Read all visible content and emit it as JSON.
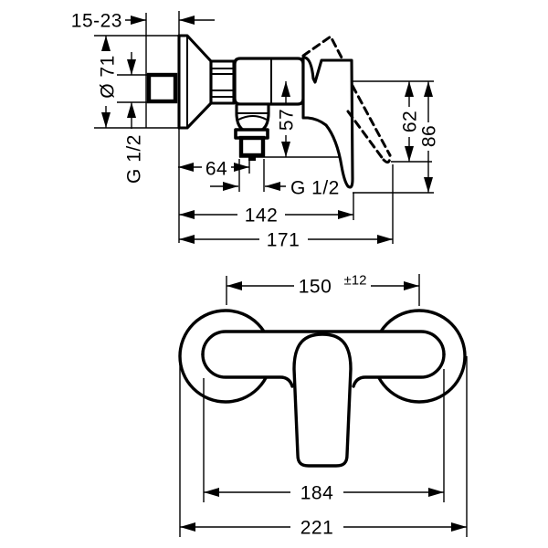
{
  "background": "#ffffff",
  "line_color": "#000000",
  "drawing": {
    "type": "technical-dimension-drawing",
    "units": "mm",
    "side_view": {
      "wall_distance_range": "15-23",
      "escutcheon_diameter": "Ø 71",
      "supply_thread": "G 1/2",
      "outlet_offset": "64",
      "outlet_drop": "57",
      "outlet_thread": "G 1/2",
      "reach_handle_down": "142",
      "reach_handle_open": "171",
      "drop_handle_open": "62",
      "drop_handle_down": "86"
    },
    "front_view": {
      "connection_spacing": "150",
      "connection_spacing_tolerance": "±12",
      "body_width": "184",
      "overall_width": "221"
    }
  }
}
